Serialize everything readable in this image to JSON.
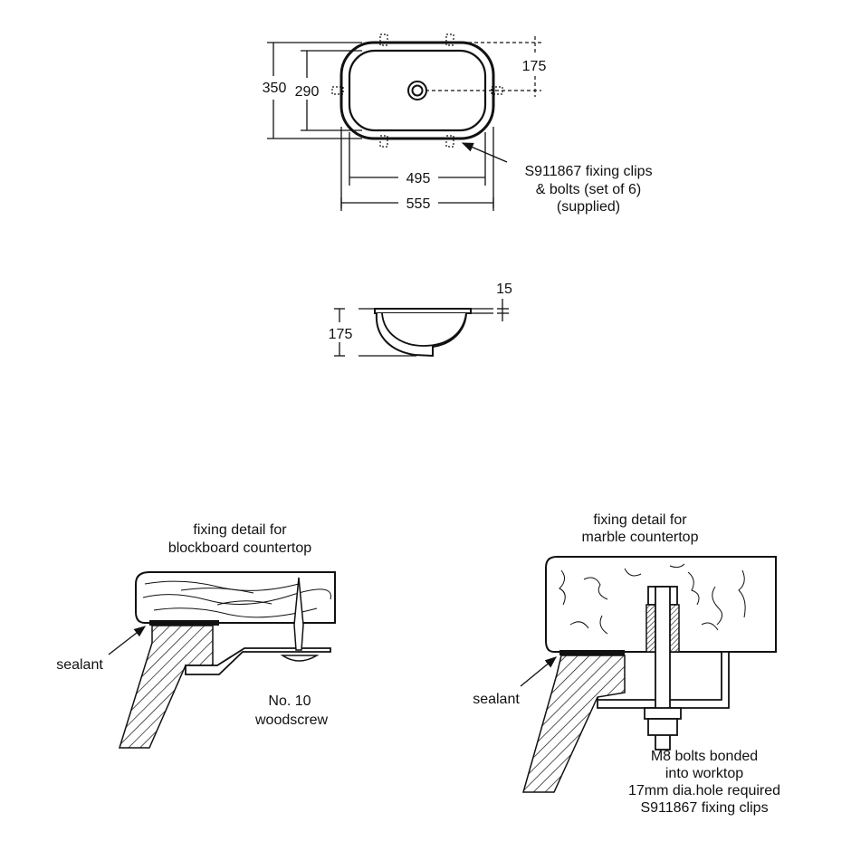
{
  "plan_view": {
    "dim_overall_depth": "350",
    "dim_bowl_depth": "290",
    "dim_waste_offset": "175",
    "dim_bowl_width": "495",
    "dim_overall_width": "555",
    "clips_label": [
      "S911867 fixing clips",
      "& bolts (set of 6)",
      "(supplied)"
    ]
  },
  "section_view": {
    "dim_height": "175",
    "dim_rim": "15"
  },
  "blockboard_detail": {
    "title": [
      "fixing detail for",
      "blockboard countertop"
    ],
    "sealant_label": "sealant",
    "screw_label": [
      "No. 10",
      "woodscrew"
    ]
  },
  "marble_detail": {
    "title": [
      "fixing detail for",
      "marble countertop"
    ],
    "sealant_label": "sealant",
    "bolt_label": [
      "M8 bolts bonded",
      "into worktop",
      "17mm dia.hole required",
      "S911867 fixing clips"
    ]
  }
}
